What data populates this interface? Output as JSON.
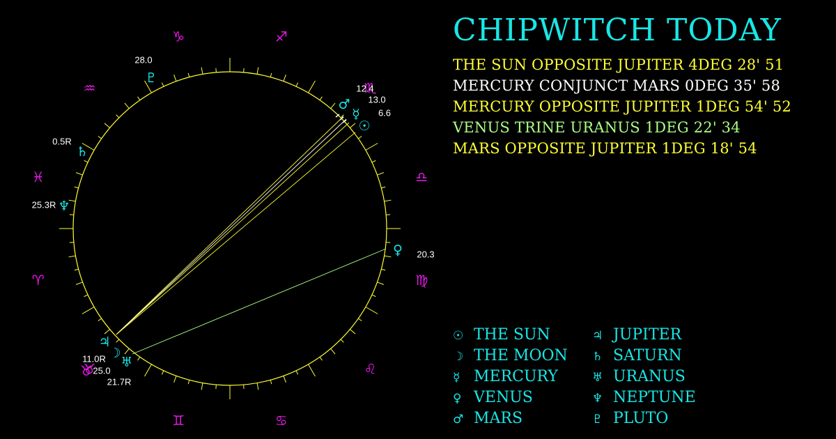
{
  "title": "CHIPWITCH TODAY",
  "colors": {
    "background": "#000000",
    "ring": "#ffff33",
    "planet": "#19e6e6",
    "sign": "#e619e6",
    "label": "#ffffff",
    "aspect_yellow": "#ffff33",
    "aspect_white": "#ffffff",
    "aspect_green": "#aaff88"
  },
  "aspects": [
    {
      "text": "THE SUN OPPOSITE JUPITER 4DEG 28' 51",
      "color": "#ffff33"
    },
    {
      "text": "MERCURY CONJUNCT MARS 0DEG 35' 58",
      "color": "#ffffff"
    },
    {
      "text": "MERCURY OPPOSITE JUPITER 1DEG 54' 52",
      "color": "#ffff33"
    },
    {
      "text": "VENUS TRINE URANUS 1DEG 22' 34",
      "color": "#aaff88"
    },
    {
      "text": "MARS OPPOSITE JUPITER 1DEG 18' 54",
      "color": "#ffff33"
    }
  ],
  "legend_left": [
    {
      "symbol": "☉",
      "icon": "sun-icon",
      "label": "THE SUN"
    },
    {
      "symbol": "☽",
      "icon": "moon-icon",
      "label": "THE MOON"
    },
    {
      "symbol": "☿",
      "icon": "mercury-icon",
      "label": "MERCURY"
    },
    {
      "symbol": "♀",
      "icon": "venus-icon",
      "label": "VENUS"
    },
    {
      "symbol": "♂",
      "icon": "mars-icon",
      "label": "MARS"
    }
  ],
  "legend_right": [
    {
      "symbol": "♃",
      "icon": "jupiter-icon",
      "label": "JUPITER"
    },
    {
      "symbol": "♄",
      "icon": "saturn-icon",
      "label": "SATURN"
    },
    {
      "symbol": "♅",
      "icon": "uranus-icon",
      "label": "URANUS"
    },
    {
      "symbol": "♆",
      "icon": "neptune-icon",
      "label": "NEPTUNE"
    },
    {
      "symbol": "♇",
      "icon": "pluto-icon",
      "label": "PLUTO"
    }
  ],
  "zodiac": [
    {
      "symbol": "♑",
      "icon": "capricorn-icon"
    },
    {
      "symbol": "♐",
      "icon": "sagittarius-icon"
    },
    {
      "symbol": "♏",
      "icon": "scorpio-icon"
    },
    {
      "symbol": "♎",
      "icon": "libra-icon"
    },
    {
      "symbol": "♍",
      "icon": "virgo-icon"
    },
    {
      "symbol": "♌",
      "icon": "leo-icon"
    },
    {
      "symbol": "♋",
      "icon": "cancer-icon"
    },
    {
      "symbol": "♊",
      "icon": "gemini-icon"
    },
    {
      "symbol": "♉",
      "icon": "taurus-icon"
    },
    {
      "symbol": "♈",
      "icon": "aries-icon"
    },
    {
      "symbol": "♓",
      "icon": "pisces-icon"
    },
    {
      "symbol": "♒",
      "icon": "aquarius-icon"
    }
  ],
  "planets": [
    {
      "name": "pluto",
      "symbol": "♇",
      "label": "28.0"
    },
    {
      "name": "saturn",
      "symbol": "♄",
      "label": "0.5R"
    },
    {
      "name": "neptune",
      "symbol": "♆",
      "label": "25.3R"
    },
    {
      "name": "mars",
      "symbol": "♂",
      "label": "12.4"
    },
    {
      "name": "mercury",
      "symbol": "☿",
      "label": "13.0"
    },
    {
      "name": "sun",
      "symbol": "☉",
      "label": "6.6"
    },
    {
      "name": "venus",
      "symbol": "♀",
      "label": "20.3"
    },
    {
      "name": "jupiter",
      "symbol": "♃",
      "label": "11.0R"
    },
    {
      "name": "moon",
      "symbol": "☽",
      "label": "25.0"
    },
    {
      "name": "uranus",
      "symbol": "♅",
      "label": "21.7R"
    },
    {
      "name": "taurus-marker",
      "symbol": "♉",
      "label": ""
    }
  ]
}
